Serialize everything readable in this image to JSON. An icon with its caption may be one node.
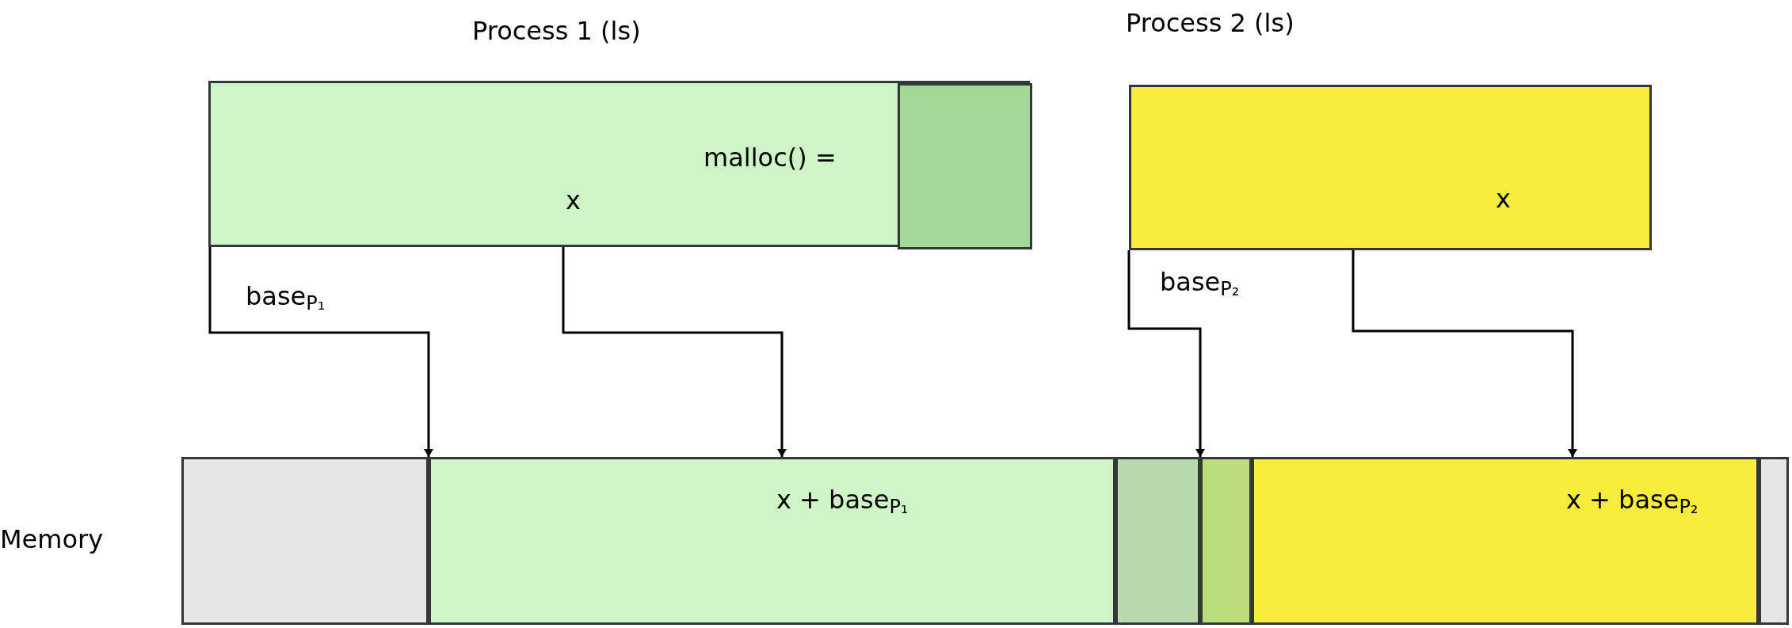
{
  "diagram": {
    "nodes": [
      {
        "text": [
          "Process 1 (ls)",
          "malloc() =",
          "x"
        ]
      },
      {
        "text": [],
        "shape": "box",
        "in": 0
      },
      {
        "text": [
          "Process 2 (ls)",
          "x"
        ]
      },
      {
        "text": [
          "Memory"
        ]
      },
      {
        "text": [],
        "shape": "box",
        "in": 3
      },
      {
        "text": [
          "x + base$_{P₁}$"
        ],
        "in": 3
      },
      {
        "text": [],
        "shape": "box",
        "in": 3
      },
      {
        "text": [],
        "shape": "box",
        "in": 3
      },
      {
        "text": [
          "x + base$_{P₂}$"
        ],
        "in": 3
      },
      {
        "text": [],
        "shape": "box",
        "in": 3
      }
    ],
    "edges": [
      {
        "from": 0,
        "to": 5,
        "arrow": "to",
        "label": "base$_{P₁}$"
      },
      {
        "from": 0,
        "to": 5,
        "arrow": "to"
      },
      {
        "from": 2,
        "to": 7,
        "arrow": "to",
        "label": "base$_{P₂}$"
      },
      {
        "from": 2,
        "to": 8,
        "arrow": "to"
      }
    ]
  }
}
